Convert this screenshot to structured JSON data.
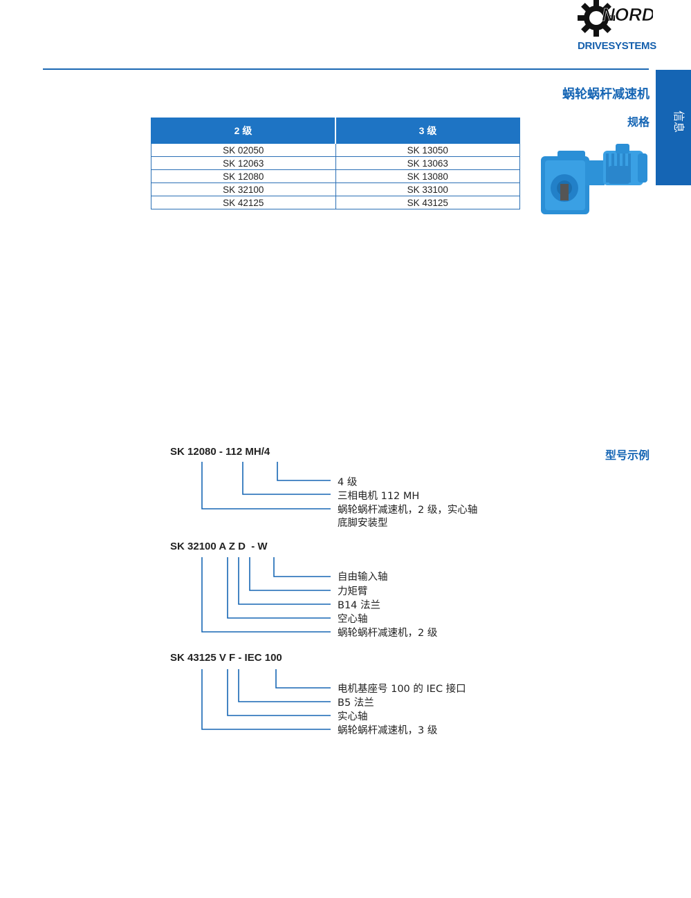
{
  "brand": {
    "logo_text": "NORD",
    "tagline": "DRIVESYSTEMS",
    "accent_color": "#1565b4"
  },
  "side_tab": {
    "label": "信息"
  },
  "header": {
    "title": "蜗轮蜗杆减速机",
    "section_label": "规格"
  },
  "spec_table": {
    "columns": [
      "2 级",
      "3 级"
    ],
    "rows": [
      [
        "SK 02050",
        "SK 13050"
      ],
      [
        "SK 12063",
        "SK 13063"
      ],
      [
        "SK 12080",
        "SK 13080"
      ],
      [
        "SK 32100",
        "SK 33100"
      ],
      [
        "SK 42125",
        "SK 43125"
      ]
    ]
  },
  "examples": {
    "label": "型号示例",
    "items": [
      {
        "code": "SK 12080 - 112 MH/4",
        "descriptions": [
          "4 级",
          "三相电机 112 MH",
          "蜗轮蜗杆减速机，2 级，实心轴",
          "底脚安装型"
        ]
      },
      {
        "code": "SK 32100 A Z D  - W",
        "descriptions": [
          "自由输入轴",
          "力矩臂",
          "B14 法兰",
          "空心轴",
          "蜗轮蜗杆减速机，2 级"
        ]
      },
      {
        "code": "SK 43125 V F - IEC 100",
        "descriptions": [
          "电机基座号 100 的 IEC 接口",
          "B5 法兰",
          "实心轴",
          "蜗轮蜗杆减速机，3 级"
        ]
      }
    ]
  }
}
